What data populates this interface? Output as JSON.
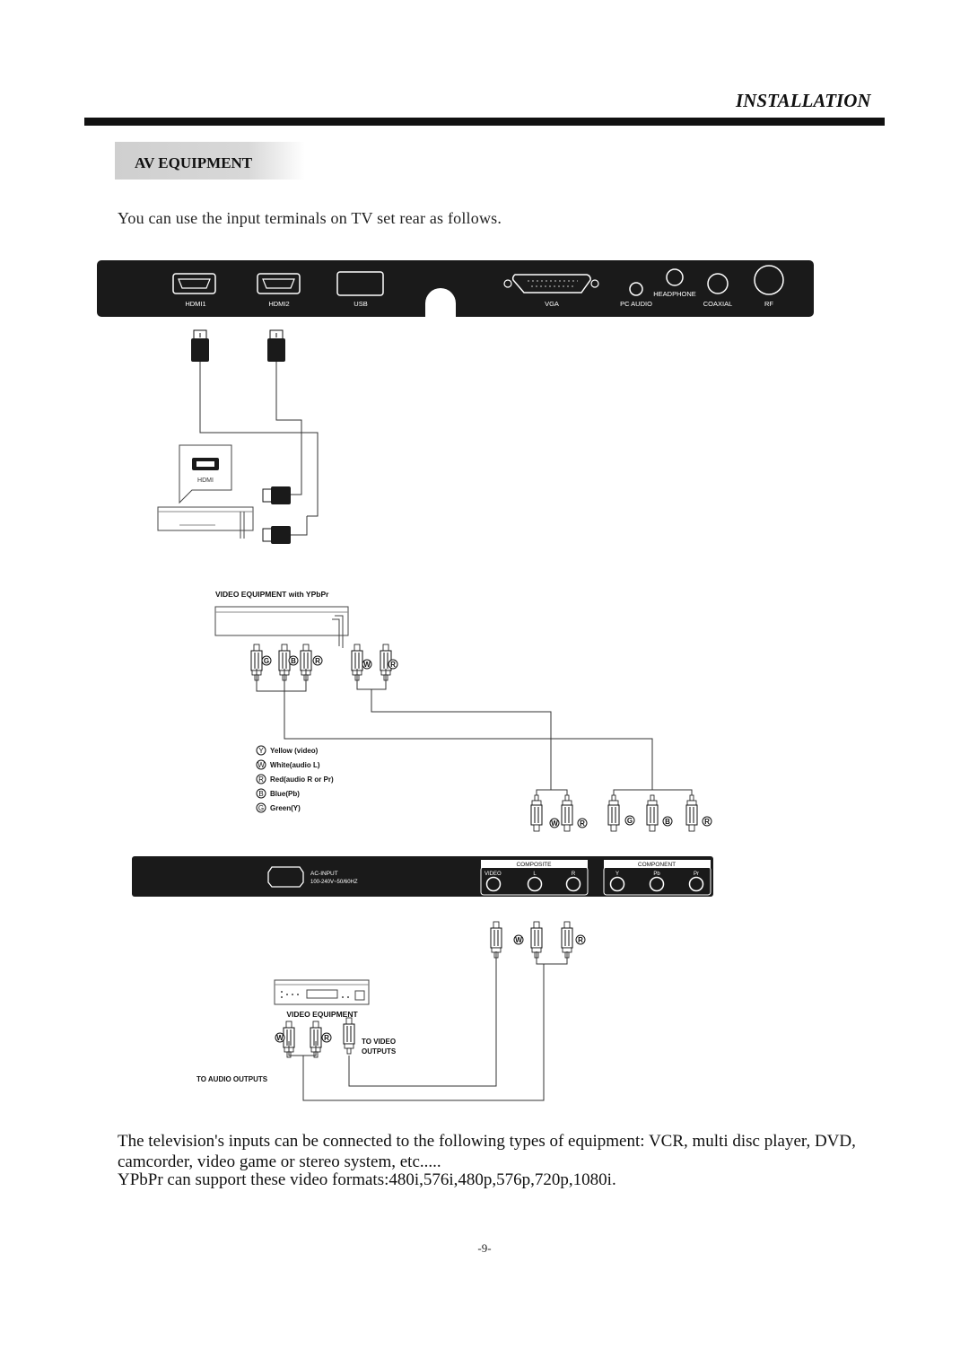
{
  "header": {
    "section": "INSTALLATION"
  },
  "tab": {
    "label": "AV EQUIPMENT"
  },
  "intro": "You can use the input terminals on TV set rear as follows.",
  "top_panel": {
    "hdmi1": "HDMI1",
    "hdmi2": "HDMI2",
    "usb": "USB",
    "vga": "VGA",
    "pc_audio": "PC AUDIO",
    "headphone": "HEADPHONE",
    "coaxial": "COAXIAL",
    "rf": "RF"
  },
  "hdmi_device": {
    "label": "HDMI"
  },
  "ypbpr_device": {
    "label": "VIDEO EQUIPMENT with YPbPr"
  },
  "legend": [
    {
      "letter": "Y",
      "text": "Yellow (video)"
    },
    {
      "letter": "W",
      "text": "White(audio L)"
    },
    {
      "letter": "R",
      "text": "Red(audio R or Pr)"
    },
    {
      "letter": "B",
      "text": "Blue(Pb)"
    },
    {
      "letter": "G",
      "text": "Green(Y)"
    }
  ],
  "plug_letters": {
    "g": "G",
    "b": "B",
    "r": "R",
    "w": "W"
  },
  "bottom_panel": {
    "ac_input": "AC-INPUT",
    "ac_spec": "100-240V~50/60HZ",
    "composite": "COMPOSITE",
    "component": "COMPONENT",
    "video": "VIDEO",
    "l": "L",
    "r": "R",
    "y": "Y",
    "pb": "Pb",
    "pr": "Pr"
  },
  "video_equipment": {
    "label": "VIDEO EQUIPMENT",
    "to_video_line1": "TO VIDEO",
    "to_video_line2": "OUTPUTS",
    "to_audio": "TO AUDIO OUTPUTS"
  },
  "description": "The television's inputs can be connected to the following types of equipment: VCR, multi disc player, DVD, camcorder, video game or stereo system, etc.....",
  "formats": "YPbPr can support these video formats:480i,576i,480p,576p,720p,1080i.",
  "page_number": "-9-"
}
